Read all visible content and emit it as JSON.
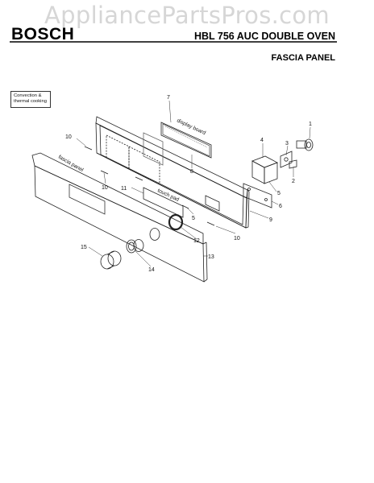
{
  "watermark": "AppliancePartsPros.com",
  "header": {
    "brand": "BOSCH",
    "model": "HBL 756 AUC DOUBLE OVEN",
    "section": "FASCIA PANEL"
  },
  "legend": {
    "text": "Convection & thermal cooking"
  },
  "labels": {
    "display_board": "display board",
    "touch_pad": "touch pad",
    "fascia_panel": "fascia panel"
  },
  "callouts": {
    "c1": "1",
    "c2": "2",
    "c3": "3",
    "c4": "4",
    "c5a": "5",
    "c5b": "5",
    "c6": "6",
    "c7": "7",
    "c8": "8",
    "c9": "9",
    "c10a": "10",
    "c10b": "10",
    "c10c": "10",
    "c11": "11",
    "c12": "12",
    "c13": "13",
    "c14": "14",
    "c15": "15"
  }
}
